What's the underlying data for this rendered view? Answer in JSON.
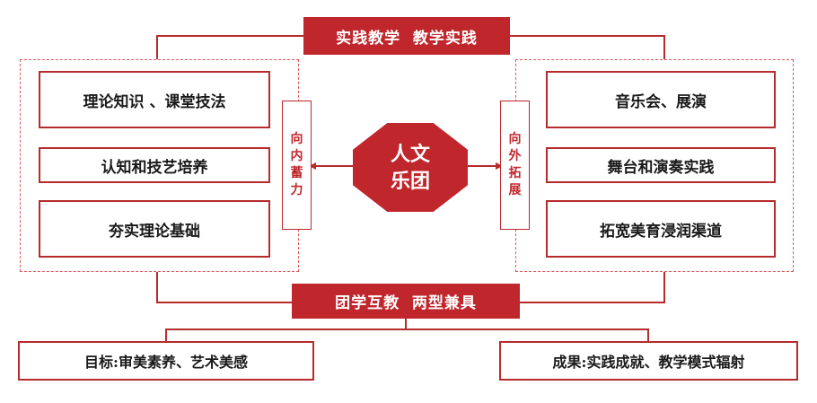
{
  "top_banner": "实践教学  教学实践",
  "middle_banner": "团学互教  两型兼具",
  "center": {
    "line1": "人文",
    "line2": "乐团"
  },
  "left_side": {
    "label_chars": [
      "向",
      "内",
      "蓄",
      "力"
    ],
    "items": [
      "理论知识 、课堂技法",
      "认知和技艺培养",
      "夯实理论基础"
    ]
  },
  "right_side": {
    "label_chars": [
      "向",
      "外",
      "拓",
      "展"
    ],
    "items": [
      "音乐会、展演",
      "舞台和演奏实践",
      "拓宽美育浸润渠道"
    ]
  },
  "bottom_left": "目标:审美素养、艺术美感",
  "bottom_right": "成果:实践成就、教学模式辐射",
  "colors": {
    "primary_red": "#c0272d",
    "border_red": "#b62b2b",
    "dashed_red": "#d9585c"
  }
}
